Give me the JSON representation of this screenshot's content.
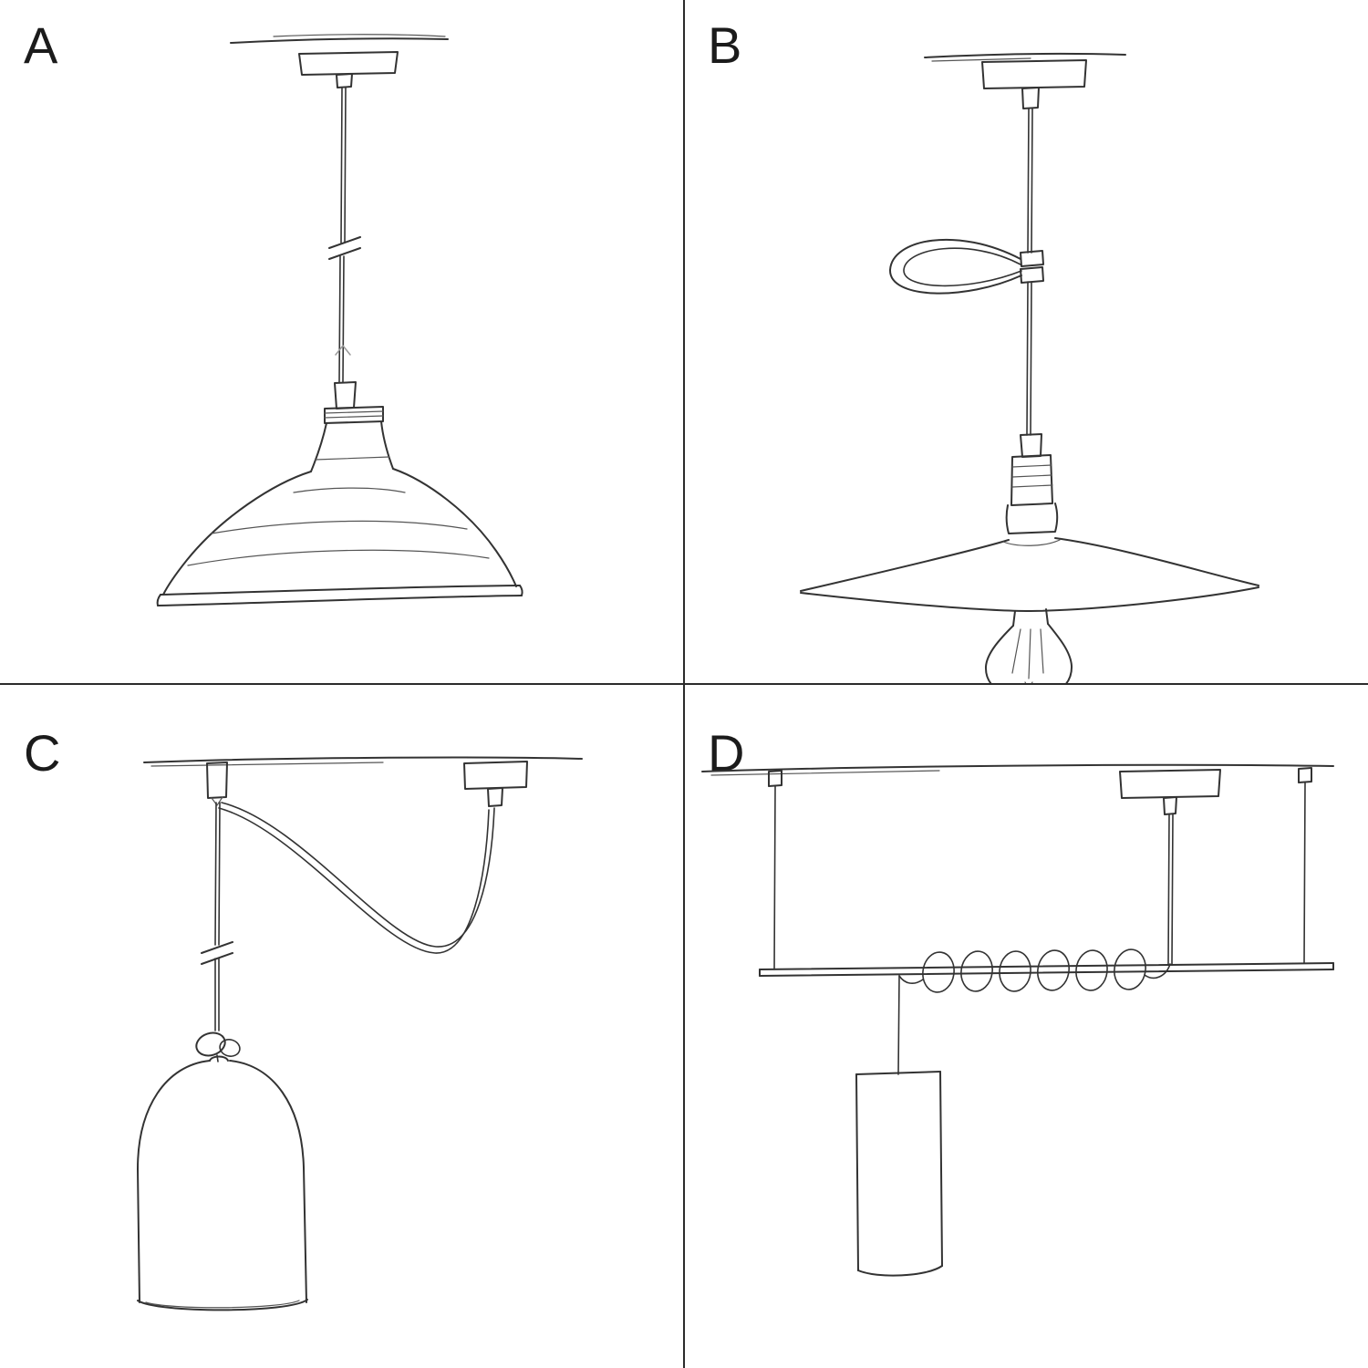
{
  "colors": {
    "background": "#ffffff",
    "ink": "#333333",
    "divider": "#2b2b2b"
  },
  "cells": [
    {
      "label": "A",
      "illustration": "pendant-lamp-industrial-shade-sketch"
    },
    {
      "label": "B",
      "illustration": "pendant-lamp-flat-shade-exposed-bulb-cable-hook-sketch"
    },
    {
      "label": "C",
      "illustration": "swag-pendant-hook-knot-bell-shade-sketch"
    },
    {
      "label": "D",
      "illustration": "ceiling-bar-coiled-cable-tube-pendant-sketch"
    }
  ]
}
